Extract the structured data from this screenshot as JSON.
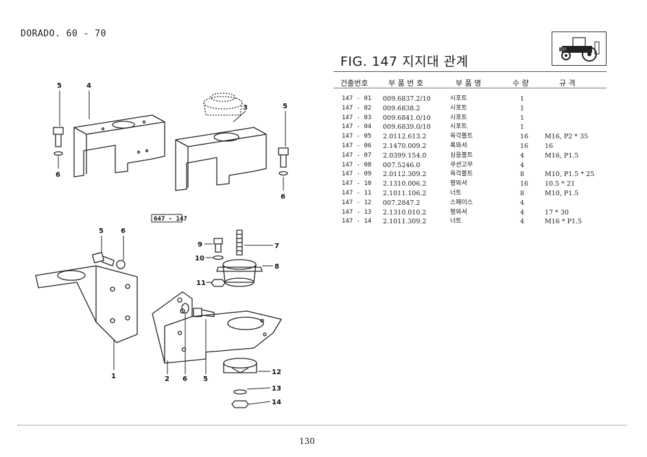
{
  "header": {
    "model": "DORADO. 60 - 70",
    "figure_title": "FIG. 147 지지대 관계"
  },
  "table": {
    "headers": [
      "건출번호",
      "부 품 번 호",
      "부 품 명",
      "수 량",
      "규 격"
    ],
    "rows": [
      {
        "ref": "147 - 01",
        "part_no": "009.6837.2/10",
        "name": "시포트",
        "qty": "1",
        "spec": ""
      },
      {
        "ref": "147 - 02",
        "part_no": "009.6838.2",
        "name": "시포트",
        "qty": "1",
        "spec": ""
      },
      {
        "ref": "147 - 03",
        "part_no": "009.6841.0/10",
        "name": "시포트",
        "qty": "1",
        "spec": ""
      },
      {
        "ref": "147 - 04",
        "part_no": "009.6839.0/10",
        "name": "시포트",
        "qty": "1",
        "spec": ""
      },
      {
        "ref": "147 - 05",
        "part_no": "2.0112.613.2",
        "name": "육각볼트",
        "qty": "16",
        "spec": "M16, P2 * 35"
      },
      {
        "ref": "147 - 06",
        "part_no": "2.1470.009.2",
        "name": "록와셔",
        "qty": "16",
        "spec": "16"
      },
      {
        "ref": "147 - 07",
        "part_no": "2.0399.154.0",
        "name": "심음볼트",
        "qty": "4",
        "spec": "M16, P1.5"
      },
      {
        "ref": "147 - 08",
        "part_no": "007.5246.0",
        "name": "쿠션고무",
        "qty": "4",
        "spec": ""
      },
      {
        "ref": "147 - 09",
        "part_no": "2.0112.309.2",
        "name": "육각볼트",
        "qty": "8",
        "spec": "M10, P1.5 * 25"
      },
      {
        "ref": "147 - 10",
        "part_no": "2.1310.006.2",
        "name": "평와셔",
        "qty": "16",
        "spec": "10.5 * 21"
      },
      {
        "ref": "147 - 11",
        "part_no": "2.1011.106.2",
        "name": "너트",
        "qty": "8",
        "spec": "M10, P1.5"
      },
      {
        "ref": "147 - 12",
        "part_no": "007.2847.2",
        "name": "스페이스",
        "qty": "4",
        "spec": ""
      },
      {
        "ref": "147 - 13",
        "part_no": "2.1310.010.2",
        "name": "평와셔",
        "qty": "4",
        "spec": "17 * 30"
      },
      {
        "ref": "147 - 14",
        "part_no": "2.1011.309.2",
        "name": "너트",
        "qty": "4",
        "spec": "M16 * P1.5"
      }
    ]
  },
  "diagram": {
    "ref_code": "647 - 147",
    "callouts": {
      "c1": "1",
      "c2": "2",
      "c3": "3",
      "c4": "4",
      "c5a": "5",
      "c5b": "5",
      "c5c": "5",
      "c5d": "5",
      "c6a": "6",
      "c6b": "6",
      "c6c": "6",
      "c6d": "6",
      "c7": "7",
      "c8": "8",
      "c9": "9",
      "c10": "10",
      "c11": "11",
      "c12": "12",
      "c13": "13",
      "c14": "14"
    }
  },
  "footer": {
    "page_number": "130"
  }
}
